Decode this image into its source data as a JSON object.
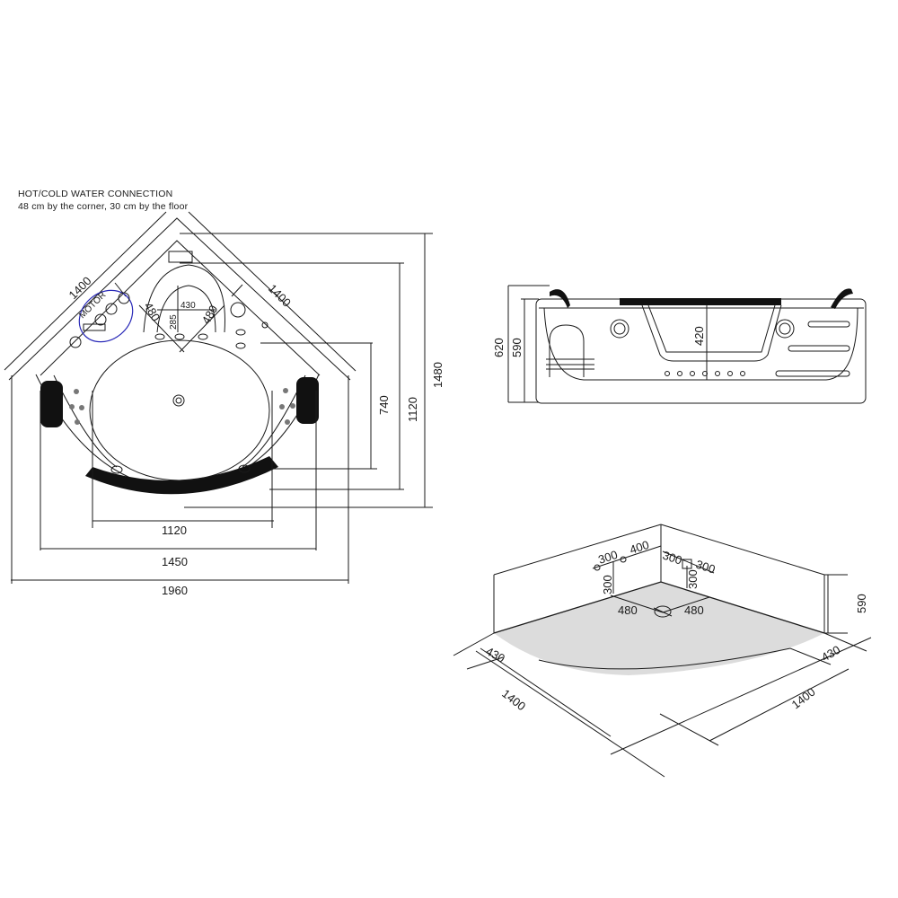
{
  "note": {
    "line1": "HOT/COLD WATER CONNECTION",
    "line2": "48 cm by the corner, 30 cm by the floor"
  },
  "top_view": {
    "side_a": "1400",
    "side_b": "1400",
    "motor_label": "MOTOR",
    "seat_width": "430",
    "seat_depth": "285",
    "diag_left": "480",
    "diag_right": "480",
    "inner_depth": "740",
    "mid_depth": "1120",
    "outer_depth": "1480",
    "inner_width": "1120",
    "mid_width": "1450",
    "outer_width": "1960",
    "motor_circle_color": "#2a2ab8"
  },
  "side_view": {
    "overall_height": "620",
    "body_height": "590",
    "inner_depth": "420"
  },
  "iso_view": {
    "pipe_offset_a": "300",
    "pipe_spacing": "400",
    "pipe_height_left": "300",
    "right_offset": "300",
    "right_offset_b": "300",
    "pipe_height_right": "300",
    "drain_left": "480",
    "drain_right": "480",
    "wall_height": "590",
    "front_left": "430",
    "front_right": "430",
    "side_left": "1400",
    "side_right": "1400",
    "floor_color": "#dcdcdc"
  }
}
